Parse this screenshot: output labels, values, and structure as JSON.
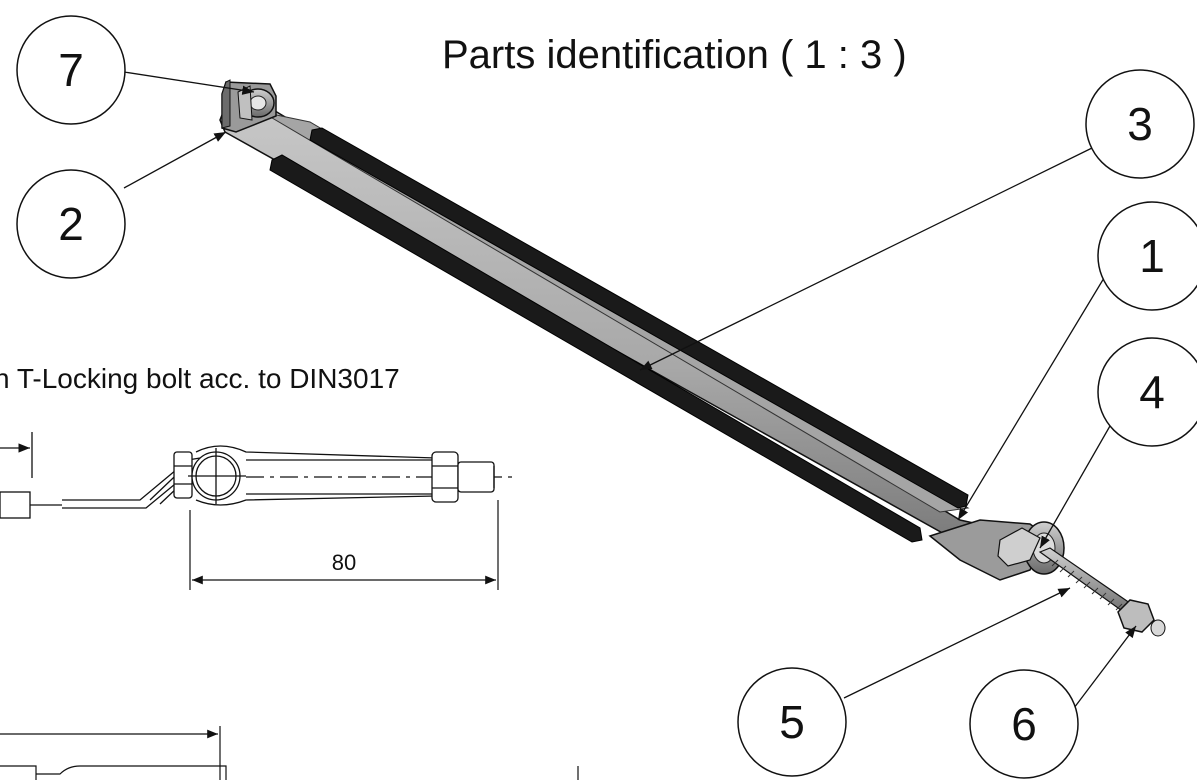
{
  "drawing": {
    "title": "Parts identification ( 1 : 3 )",
    "caption": "n T-Locking bolt acc. to DIN3017",
    "dimension_value": "80",
    "balloons": [
      {
        "id": "7",
        "label": "7"
      },
      {
        "id": "2",
        "label": "2"
      },
      {
        "id": "3",
        "label": "3"
      },
      {
        "id": "1",
        "label": "1"
      },
      {
        "id": "4",
        "label": "4"
      },
      {
        "id": "5",
        "label": "5"
      },
      {
        "id": "6",
        "label": "6"
      }
    ]
  },
  "colors": {
    "line": "#111111",
    "metal_light": "#b9b9b9",
    "metal_mid": "#8f8f8f",
    "metal_dark": "#5a5a5a",
    "rubber": "#1a1a1a"
  }
}
